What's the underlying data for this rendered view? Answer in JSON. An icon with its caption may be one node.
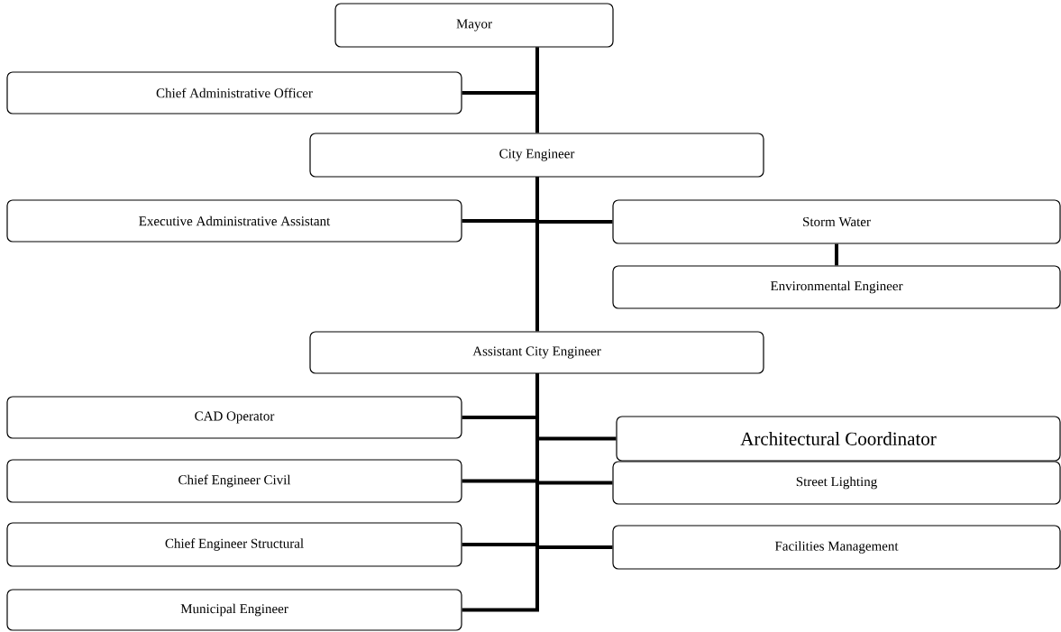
{
  "diagram": {
    "nodes": [
      {
        "text": [
          "Mayor"
        ]
      },
      {
        "text": [
          "Chief Administrative Officer"
        ]
      },
      {
        "text": [
          "City Engineer"
        ]
      },
      {
        "text": [
          "Executive Administrative Assistant"
        ]
      },
      {
        "text": [
          "Storm Water"
        ]
      },
      {
        "text": [
          "Environmental Engineer"
        ]
      },
      {
        "text": [
          "Assistant City Engineer"
        ]
      },
      {
        "text": [
          "CAD Operator"
        ]
      },
      {
        "text": [
          "Architectural Coordinator"
        ]
      },
      {
        "text": [
          "Chief Engineer Civil"
        ]
      },
      {
        "text": [
          "Street Lighting"
        ]
      },
      {
        "text": [
          "Chief Engineer Structural"
        ]
      },
      {
        "text": [
          "Facilities Management"
        ]
      },
      {
        "text": [
          "Municipal Engineer"
        ]
      }
    ],
    "edges": [
      {
        "from": 0,
        "to": 1,
        "arrow": "none"
      },
      {
        "from": 0,
        "to": 2,
        "arrow": "none"
      },
      {
        "from": 2,
        "to": 3,
        "arrow": "none"
      },
      {
        "from": 2,
        "to": 4,
        "arrow": "none"
      },
      {
        "from": 4,
        "to": 5,
        "arrow": "none"
      },
      {
        "from": 2,
        "to": 6,
        "arrow": "none"
      },
      {
        "from": 6,
        "to": 7,
        "arrow": "none"
      },
      {
        "from": 6,
        "to": 8,
        "arrow": "none"
      },
      {
        "from": 6,
        "to": 9,
        "arrow": "none"
      },
      {
        "from": 6,
        "to": 10,
        "arrow": "none"
      },
      {
        "from": 6,
        "to": 11,
        "arrow": "none"
      },
      {
        "from": 6,
        "to": 12,
        "arrow": "none"
      },
      {
        "from": 6,
        "to": 13,
        "arrow": "none"
      }
    ]
  }
}
